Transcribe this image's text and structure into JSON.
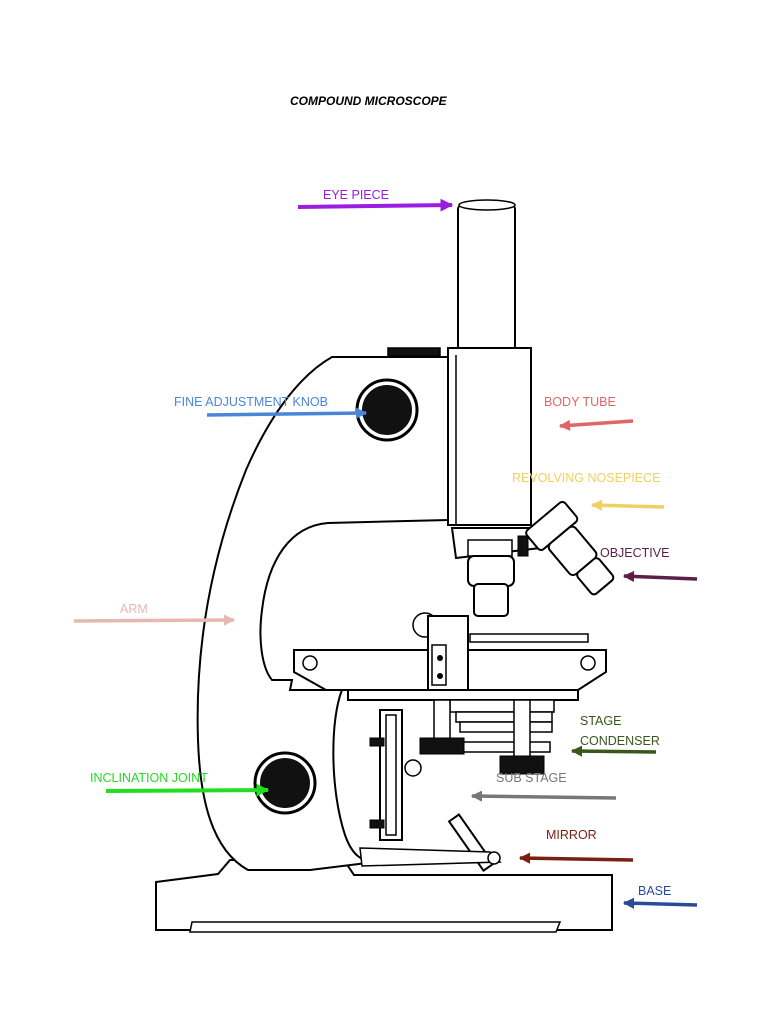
{
  "title": "COMPOUND MICROSCOPE",
  "labels": {
    "eye_piece": {
      "text": "EYE PIECE",
      "color": "#9b1de0"
    },
    "fine_adjustment_knob": {
      "text": "FINE ADJUSTMENT KNOB",
      "color": "#4a86d8"
    },
    "body_tube": {
      "text": "BODY TUBE",
      "color": "#e06666"
    },
    "revolving_nosepiece": {
      "text": "REVOLVING NOSEPIECE",
      "color": "#f2d060"
    },
    "objective": {
      "text": "OBJECTIVE",
      "color": "#5b1f48"
    },
    "arm": {
      "text": "ARM",
      "color": "#e6b8af"
    },
    "stage": {
      "text": "STAGE",
      "color": "#38571a"
    },
    "condenser": {
      "text": "CONDENSER",
      "color": "#38571a"
    },
    "inclination_joint": {
      "text": "INCLINATION JOINT",
      "color": "#22dd22"
    },
    "sub_stage": {
      "text": "SUB STAGE",
      "color": "#777777"
    },
    "mirror": {
      "text": "MIRROR",
      "color": "#7a1f12"
    },
    "base": {
      "text": "BASE",
      "color": "#2a4a9a"
    }
  }
}
